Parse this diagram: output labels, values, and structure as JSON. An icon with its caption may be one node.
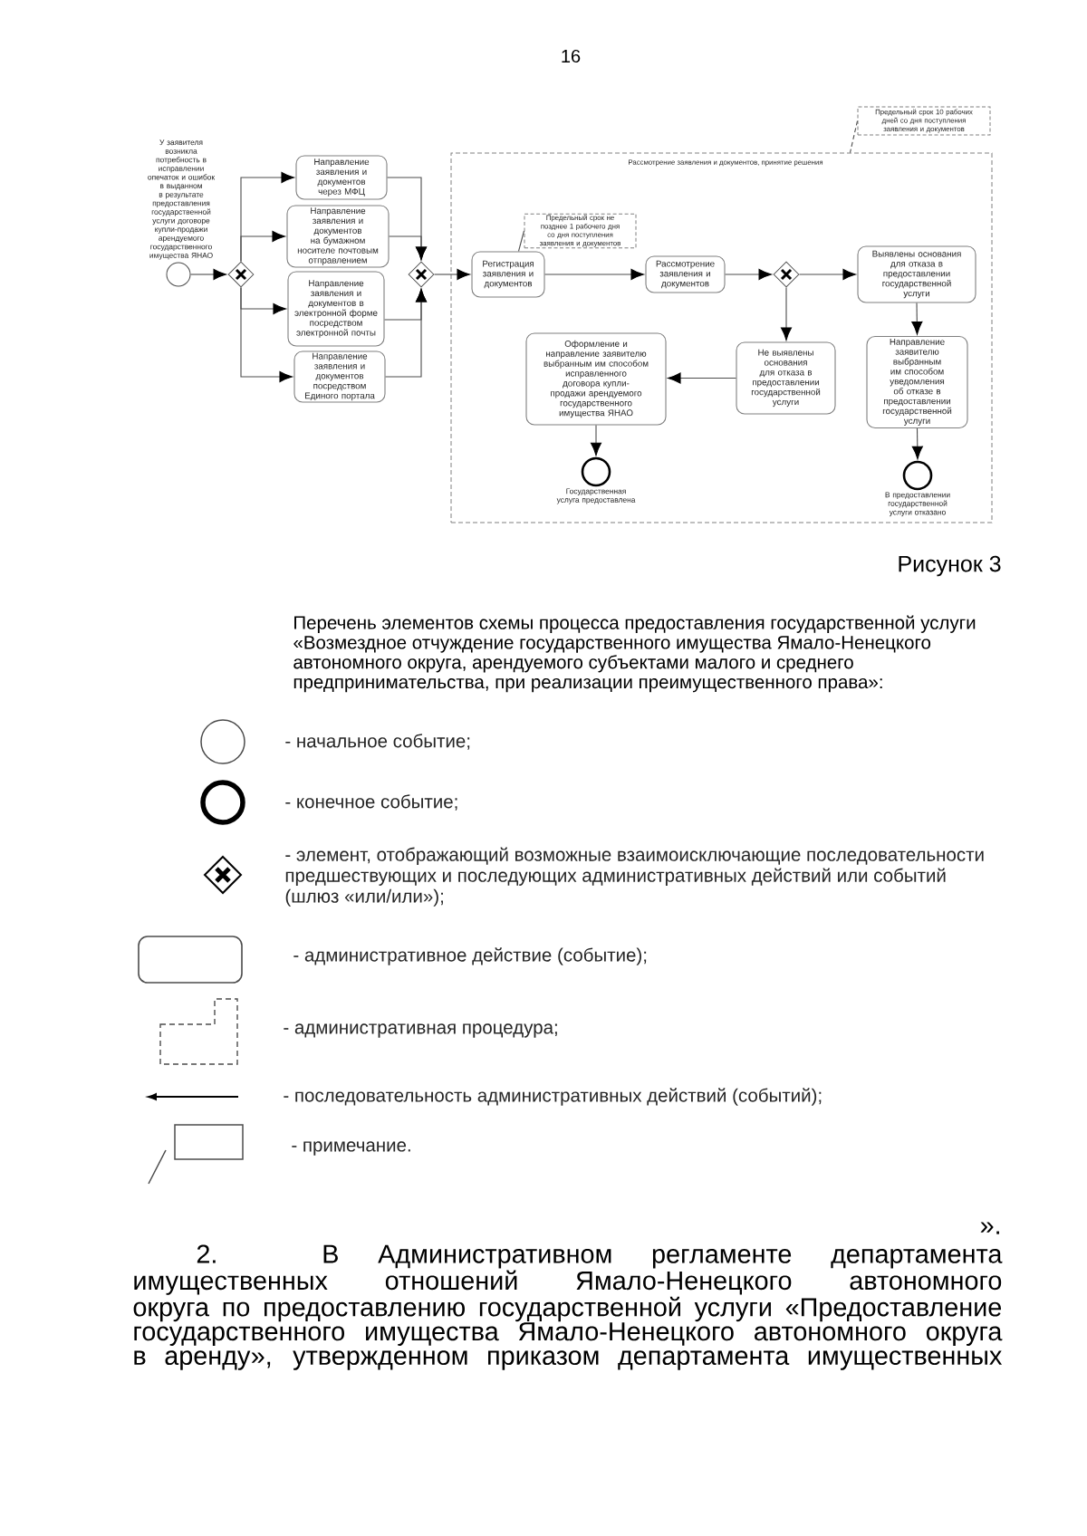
{
  "diagram": {
    "caption": "Рисунок 3",
    "nodes": [
      {
        "text": [],
        "shape": "circle",
        "beside": [
          "У заявителя возникла потребность в исправлении опечаток и ошибок в выданном в результате предоставления государственной услуги договоре купли-продажи арендуемого государственного имущества ЯНАО"
        ]
      },
      {
        "text": [],
        "shape": "diamond"
      },
      {
        "text": [
          "Направление заявления и документов через МФЦ"
        ]
      },
      {
        "text": [
          "Направление заявления и документов на бумажном носителе почтовым отправлением"
        ]
      },
      {
        "text": [
          "Направление заявления и документов в электронной форме посредством электронной почты"
        ]
      },
      {
        "text": [
          "Направление заявления и документов посредством Единого портала"
        ]
      },
      {
        "text": [],
        "shape": "diamond"
      },
      {
        "text": [
          "Рассмотрение заявления и документов, принятие решения"
        ]
      },
      {
        "text": [
          "Предельный срок 10 рабочих дней со дня поступления заявления и документов"
        ]
      },
      {
        "text": [
          "Предельный срок не позднее 1 рабочего дня со дня поступления заявления и документов"
        ],
        "in": 7
      },
      {
        "text": [
          "Регистрация заявления и документов"
        ],
        "in": 7
      },
      {
        "text": [
          "Рассмотрение заявления и документов"
        ],
        "in": 7
      },
      {
        "text": [],
        "shape": "diamond",
        "in": 7
      },
      {
        "text": [
          "Выявлены основания для отказа в предоставлении государственной услуги"
        ],
        "in": 7
      },
      {
        "text": [
          "Оформление и направление заявителю выбранным им способом исправленного договора купли-продажи арендуемого государственного имущества ЯНАО"
        ],
        "in": 7
      },
      {
        "text": [
          "Не выявлены основания для отказа в предоставлении государственной услуги"
        ],
        "in": 7
      },
      {
        "text": [
          "Направление заявителю выбранным им способом уведомления об отказе в предоставлении государственной услуги"
        ],
        "in": 7
      },
      {
        "text": [],
        "shape": "circle",
        "in": 7,
        "beside": [
          "Государственная услуга предоставлена"
        ]
      },
      {
        "text": [],
        "shape": "circle",
        "in": 7,
        "beside": [
          "В предоставлении государственной услуги отказано"
        ]
      }
    ],
    "edges": [
      {
        "from": 0,
        "to": 1,
        "arrow": "to"
      },
      {
        "from": 1,
        "to": 2,
        "arrow": "to"
      },
      {
        "from": 1,
        "to": 3,
        "arrow": "to"
      },
      {
        "from": 1,
        "to": 4,
        "arrow": "to"
      },
      {
        "from": 1,
        "to": 5,
        "arrow": "to"
      },
      {
        "from": 2,
        "to": 6,
        "arrow": "to"
      },
      {
        "from": 3,
        "to": 6,
        "arrow": "to"
      },
      {
        "from": 4,
        "to": 6,
        "arrow": "to"
      },
      {
        "from": 5,
        "to": 6,
        "arrow": "to"
      },
      {
        "from": 6,
        "to": 10,
        "arrow": "to"
      },
      {
        "from": 10,
        "to": 11,
        "arrow": "to"
      },
      {
        "from": 11,
        "to": 12,
        "arrow": "to"
      },
      {
        "from": 12,
        "to": 13,
        "arrow": "to"
      },
      {
        "from": 12,
        "to": 15,
        "arrow": "to"
      },
      {
        "from": 15,
        "to": 14,
        "arrow": "to"
      },
      {
        "from": 14,
        "to": 17,
        "arrow": "to"
      },
      {
        "from": 13,
        "to": 16,
        "arrow": "to"
      },
      {
        "from": 16,
        "to": 18,
        "arrow": "to"
      },
      {
        "from": 9,
        "to": 10,
        "arrow": "none"
      },
      {
        "from": 8,
        "to": 7,
        "arrow": "none",
        "style": "dashed"
      }
    ],
    "labels": [
      "16",
      "Перечень элементов схемы процесса предоставления государственной услуги «Возмездное отчуждение государственного имущества Ямало-Ненецкого автономного округа, арендуемого субъектами малого и среднего предпринимательства, при реализации преимущественного права»:",
      "».",
      "2. В Административном регламенте департамента имущественных отношений Ямало-Ненецкого автономного округа по предоставлению государственной услуги «Предоставление государственного имущества Ямало-Ненецкого автономного округа в аренду», утвержденном приказом департамента имущественных"
    ],
    "legend": [
      {
        "text": "- начальное событие;"
      },
      {
        "text": "- конечное событие;"
      },
      {
        "text": "- элемент, отображающий возможные взаимоисключающие последовательности предшествующих и последующих административных действий или событий (шлюз «или/или»);"
      },
      {
        "text": "- административное действие (событие);"
      },
      {
        "text": "- административная процедура;"
      },
      {
        "text": "- последовательность административных действий (событий);"
      },
      {
        "text": "- примечание."
      }
    ]
  }
}
